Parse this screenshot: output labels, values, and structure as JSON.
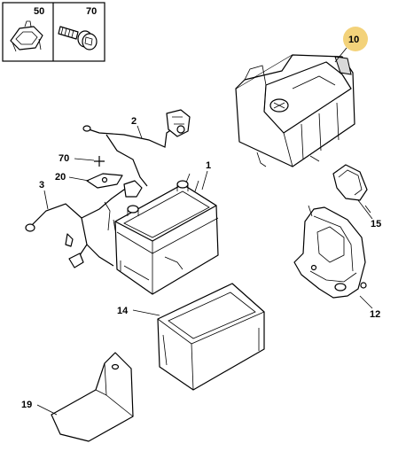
{
  "parts": {
    "p50": "50",
    "p70_box": "70",
    "p10": "10",
    "p2": "2",
    "p70": "70",
    "p20": "20",
    "p1": "1",
    "p3": "3",
    "p15": "15",
    "p12": "12",
    "p14": "14",
    "p19": "19"
  },
  "colors": {
    "highlight": "#f3d27a",
    "line": "#000000"
  }
}
